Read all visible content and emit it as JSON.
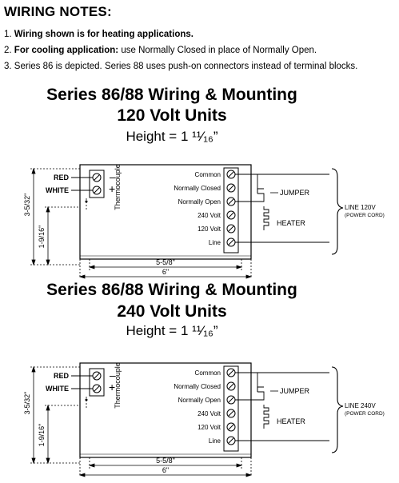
{
  "notes": {
    "title": "WIRING NOTES:",
    "items": [
      {
        "num": "1.",
        "bold": "Wiring shown is for heating applications.",
        "rest": ""
      },
      {
        "num": "2.",
        "bold": "For cooling application:",
        "rest": " use Normally Closed in place of Normally Open."
      },
      {
        "num": "3.",
        "bold": "",
        "rest": "Series 86 is depicted. Series 88 uses push-on connectors instead of terminal blocks."
      }
    ]
  },
  "diagrams": [
    {
      "title_line1": "Series 86/88 Wiring & Mounting",
      "title_line2": "120 Volt Units",
      "height_label": "Height = 1 ¹¹⁄₁₆”",
      "line_label": "LINE 120V",
      "power_cord_label": "(POWER CORD)"
    },
    {
      "title_line1": "Series 86/88 Wiring & Mounting",
      "title_line2": "240 Volt Units",
      "height_label": "Height = 1 ¹¹⁄₁₆”",
      "line_label": "LINE 240V",
      "power_cord_label": "(POWER CORD)"
    }
  ],
  "common": {
    "red_label": "RED",
    "white_label": "WHITE",
    "minus_sign": "–",
    "plus_sign": "+",
    "thermocouple_label": "Thermocouple",
    "terminals": [
      "Common",
      "Normally Closed",
      "Normally Open",
      "240 Volt",
      "120 Volt",
      "Line"
    ],
    "jumper_label": "JUMPER",
    "heater_label": "HEATER",
    "dim_height": "3-5/32\"",
    "dim_offset": "1-9/16\"",
    "dim_inner": "5-5/8\"",
    "dim_outer": "6\""
  }
}
